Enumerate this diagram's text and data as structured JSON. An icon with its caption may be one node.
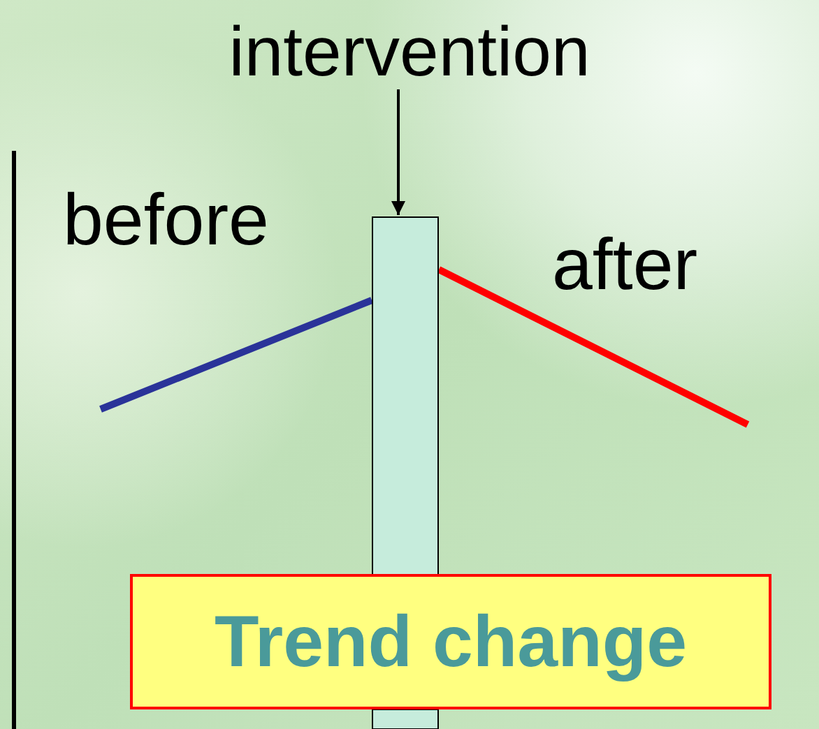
{
  "diagram": {
    "nodes": [
      {
        "text": [
          "intervention"
        ]
      },
      {
        "text": [],
        "shape": "bar"
      },
      {
        "text": [
          "Trend change"
        ]
      }
    ],
    "edges": [
      {
        "from": 0,
        "to": 1,
        "arrow": "to"
      }
    ],
    "labels": [
      "before",
      "after"
    ]
  }
}
